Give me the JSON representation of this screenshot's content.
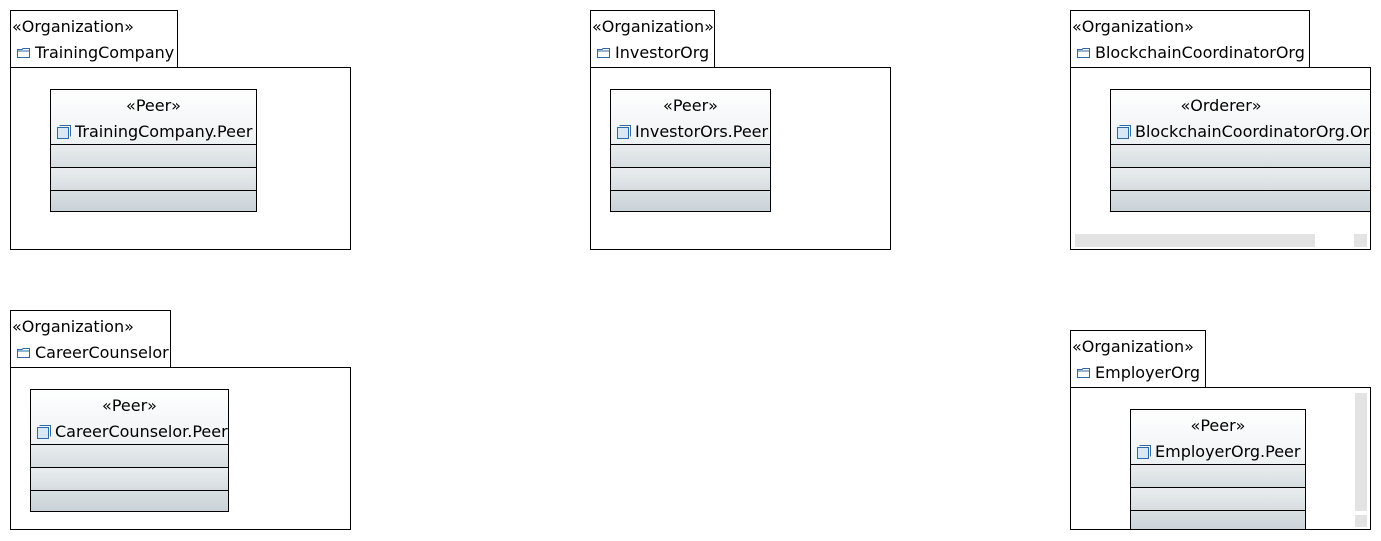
{
  "packages": [
    {
      "stereotype": "«Organization»",
      "name": "TrainingCompany",
      "element_stereotype": "«Peer»",
      "element_name": "TrainingCompany.Peer"
    },
    {
      "stereotype": "«Organization»",
      "name": "InvestorOrg",
      "element_stereotype": "«Peer»",
      "element_name": "InvestorOrs.Peer"
    },
    {
      "stereotype": "«Organization»",
      "name": "BlockchainCoordinatorOrg",
      "element_stereotype": "«Orderer»",
      "element_name": "BlockchainCoordinatorOrg.Or"
    },
    {
      "stereotype": "«Organization»",
      "name": "CareerCounselor",
      "element_stereotype": "«Peer»",
      "element_name": "CareerCounselor.Peer"
    },
    {
      "stereotype": "«Organization»",
      "name": "EmployerOrg",
      "element_stereotype": "«Peer»",
      "element_name": "EmployerOrg.Peer"
    }
  ],
  "icons": {
    "package": "folder-icon",
    "element": "class-icon"
  },
  "colors": {
    "icon_blue": "#2b6aa6",
    "compartment_gradient": "#c8d1d6"
  }
}
